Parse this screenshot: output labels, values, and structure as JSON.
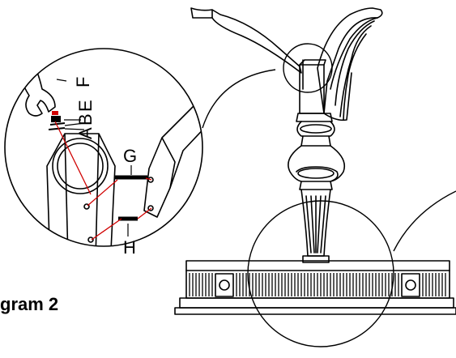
{
  "diagram": {
    "caption": "gram 2",
    "part_labels": {
      "a": "A",
      "b": "B",
      "e": "E",
      "f": "F",
      "g": "G",
      "h": "H"
    }
  },
  "colors": {
    "line": "#000000",
    "guide": "#d00000",
    "background": "#ffffff"
  }
}
